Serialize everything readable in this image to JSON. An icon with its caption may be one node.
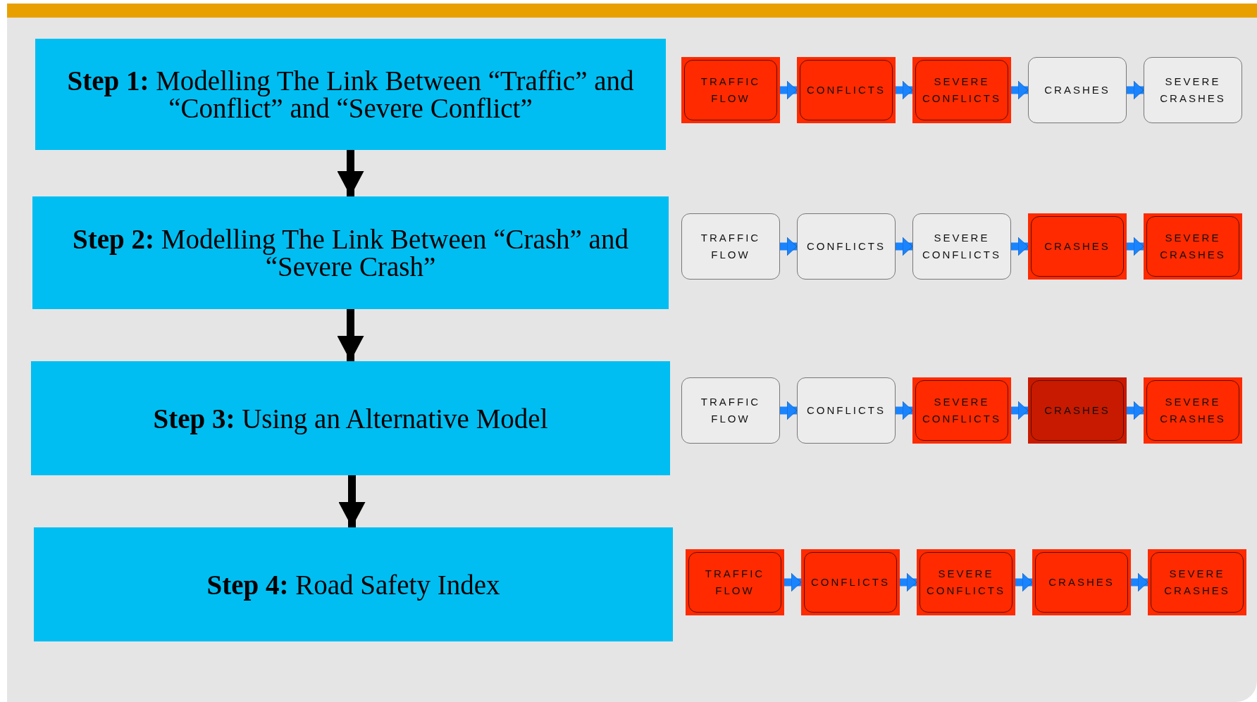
{
  "diagram": {
    "nodes": [
      {
        "text": [
          "**Step 1:** Modelling The Link Between “Traffic” and “Conflict” and “Severe Conflict”"
        ]
      },
      {
        "text": [
          "TRAFFIC FLOW"
        ]
      },
      {
        "text": [
          "CONFLICTS"
        ]
      },
      {
        "text": [
          "SEVERE CONFLICTS"
        ]
      },
      {
        "text": [
          "CRASHES"
        ]
      },
      {
        "text": [
          "SEVERE CRASHES"
        ]
      },
      {
        "text": [
          "**Step 2:** Modelling The Link Between “Crash” and “Severe Crash”"
        ]
      },
      {
        "text": [
          "TRAFFIC FLOW"
        ]
      },
      {
        "text": [
          "CONFLICTS"
        ]
      },
      {
        "text": [
          "SEVERE CONFLICTS"
        ]
      },
      {
        "text": [
          "CRASHES"
        ]
      },
      {
        "text": [
          "SEVERE CRASHES"
        ]
      },
      {
        "text": [
          "**Step 3:** Using an Alternative Model"
        ]
      },
      {
        "text": [
          "TRAFFIC FLOW"
        ]
      },
      {
        "text": [
          "CONFLICTS"
        ]
      },
      {
        "text": [
          "SEVERE CONFLICTS"
        ]
      },
      {
        "text": [
          "CRASHES"
        ]
      },
      {
        "text": [
          "SEVERE CRASHES"
        ]
      },
      {
        "text": [
          "**Step 4:** Road Safety Index"
        ]
      },
      {
        "text": [
          "TRAFFIC FLOW"
        ]
      },
      {
        "text": [
          "CONFLICTS"
        ]
      },
      {
        "text": [
          "SEVERE CONFLICTS"
        ]
      },
      {
        "text": [
          "CRASHES"
        ]
      },
      {
        "text": [
          "SEVERE CRASHES"
        ]
      }
    ],
    "edges": [
      {
        "from": 0,
        "to": 6,
        "arrow": "to",
        "color": "#000000"
      },
      {
        "from": 6,
        "to": 12,
        "arrow": "to",
        "color": "#000000"
      },
      {
        "from": 12,
        "to": 18,
        "arrow": "to",
        "color": "#000000"
      },
      {
        "from": 1,
        "to": 2,
        "arrow": "to"
      },
      {
        "from": 2,
        "to": 3,
        "arrow": "to"
      },
      {
        "from": 3,
        "to": 4,
        "arrow": "to"
      },
      {
        "from": 4,
        "to": 5,
        "arrow": "to"
      },
      {
        "from": 7,
        "to": 8,
        "arrow": "to"
      },
      {
        "from": 8,
        "to": 9,
        "arrow": "to"
      },
      {
        "from": 9,
        "to": 10,
        "arrow": "to"
      },
      {
        "from": 10,
        "to": 11,
        "arrow": "to"
      },
      {
        "from": 13,
        "to": 14,
        "arrow": "to"
      },
      {
        "from": 14,
        "to": 15,
        "arrow": "to"
      },
      {
        "from": 15,
        "to": 16,
        "arrow": "to"
      },
      {
        "from": 16,
        "to": 17,
        "arrow": "to"
      },
      {
        "from": 19,
        "to": 20,
        "arrow": "to"
      },
      {
        "from": 20,
        "to": 21,
        "arrow": "to"
      },
      {
        "from": 21,
        "to": 22,
        "arrow": "to"
      },
      {
        "from": 22,
        "to": 23,
        "arrow": "to"
      }
    ]
  }
}
